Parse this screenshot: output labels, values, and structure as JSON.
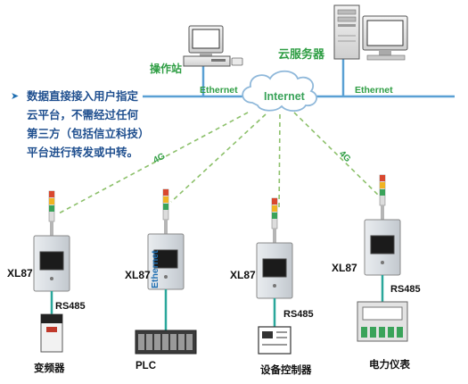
{
  "nodes": {
    "station": "操作站",
    "cloud_server": "云服务器",
    "internet": "Internet",
    "ethernet_left": "Ethernet",
    "ethernet_right": "Ethernet"
  },
  "note": "数据直接接入用户指定云平台，不需经过任何第三方（包括信立科技）平台进行转发或中转。",
  "links": {
    "wireless_a": "4G",
    "wireless_b": "4G"
  },
  "gateways": [
    {
      "model": "XL87",
      "bus": "RS485",
      "device": "变频器"
    },
    {
      "model": "XL87",
      "bus": "Ethernet",
      "device": "PLC"
    },
    {
      "model": "XL87",
      "bus": "RS485",
      "device": "设备控制器"
    },
    {
      "model": "XL87",
      "bus": "RS485",
      "device": "电力仪表"
    }
  ],
  "colors": {
    "network_line": "#5aa0d4",
    "dashed_link": "#8cc06a",
    "field_line": "#2aa79b",
    "label_green": "#2f9e44",
    "label_blue": "#1f6fb2",
    "cloud_text": "#3aa35a"
  }
}
